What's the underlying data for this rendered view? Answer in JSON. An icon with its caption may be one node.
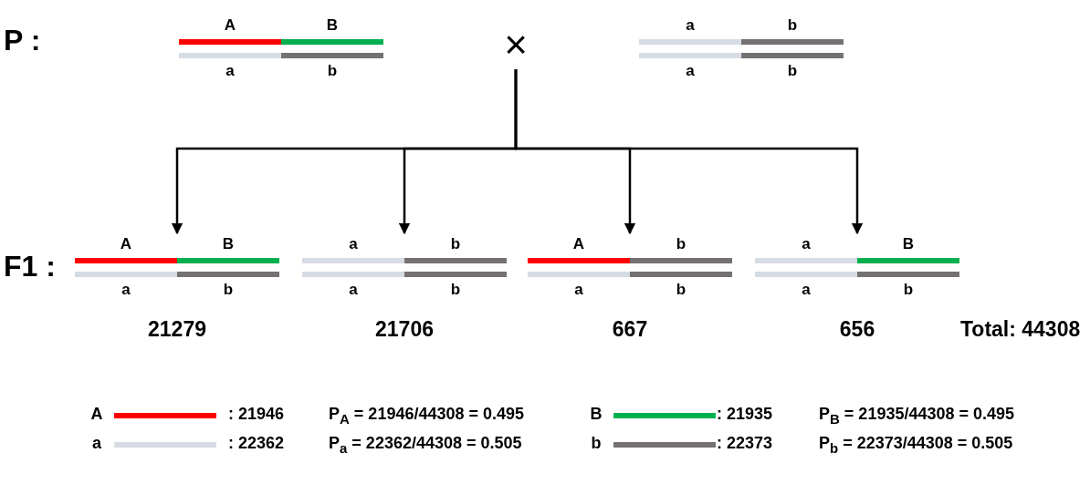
{
  "diagram": {
    "nodes": [
      {
        "text": [
          "A",
          "B",
          "a",
          "b"
        ]
      },
      {
        "text": [
          "×"
        ]
      },
      {
        "text": [
          "a",
          "b",
          "a",
          "b"
        ]
      },
      {
        "text": [
          "A",
          "B",
          "a",
          "b"
        ],
        "beside": [
          "21279"
        ]
      },
      {
        "text": [
          "a",
          "b",
          "a",
          "b"
        ],
        "beside": [
          "21706"
        ]
      },
      {
        "text": [
          "A",
          "b",
          "a",
          "b"
        ],
        "beside": [
          "667"
        ]
      },
      {
        "text": [
          "a",
          "B",
          "a",
          "b"
        ],
        "beside": [
          "656"
        ]
      }
    ],
    "edges": [
      {
        "from": 1,
        "to": 3,
        "arrow": "to"
      },
      {
        "from": 1,
        "to": 4,
        "arrow": "to"
      },
      {
        "from": 1,
        "to": 5,
        "arrow": "to"
      },
      {
        "from": 1,
        "to": 6,
        "arrow": "to"
      }
    ],
    "labels": [
      "P :",
      "F1 :",
      "Total: 44308",
      ": 21946",
      "P$_{A}$ = 21946/44308 = 0.495",
      ": 21935",
      "P$_{B}$ = 21935/44308 = 0.495",
      ": 22362",
      "P$_{a}$ = 22362/44308 = 0.505",
      ": 22373",
      "P$_{b}$ = 22373/44308 = 0.505"
    ],
    "legend": [
      {
        "text": "A",
        "color": "#ff0000"
      },
      {
        "text": "B",
        "color": "#00b050"
      },
      {
        "text": "a",
        "color": "#d6dce4"
      },
      {
        "text": "b",
        "color": "#767171"
      }
    ]
  }
}
